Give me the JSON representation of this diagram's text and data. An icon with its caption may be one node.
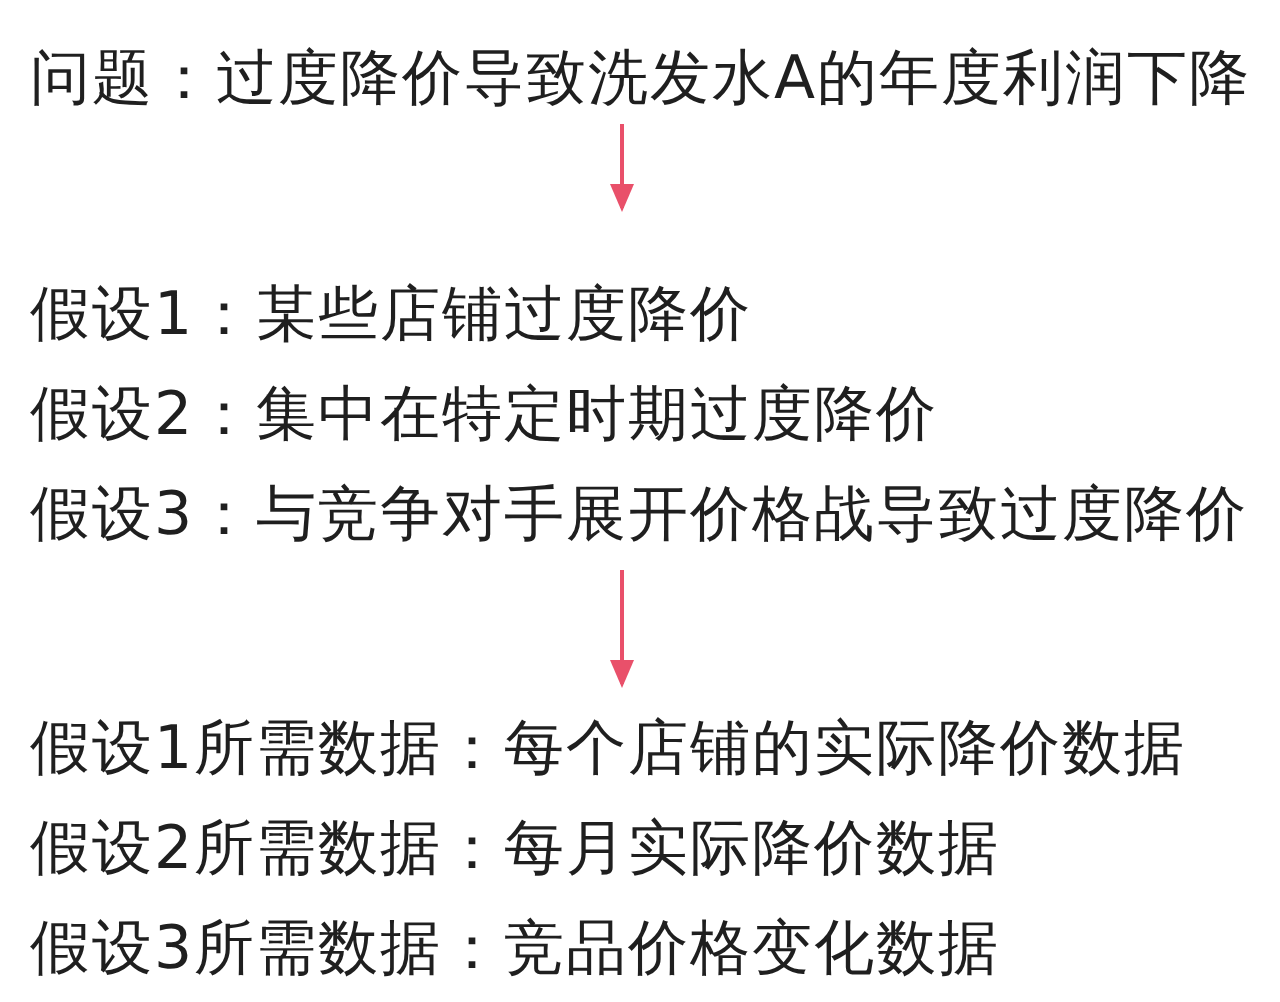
{
  "diagram": {
    "nodes": [
      {
        "text": [
          "问题：过度降价导致洗发水A的年度利润下降"
        ]
      },
      {
        "text": [
          "假设1：某些店铺过度降价",
          "假设2：集中在特定时期过度降价",
          "假设3：与竞争对手展开价格战导致过度降价"
        ]
      },
      {
        "text": [
          "假设1所需数据：每个店铺的实际降价数据",
          "假设2所需数据：每月实际降价数据",
          "假设3所需数据：竞品价格变化数据"
        ]
      }
    ],
    "edges": [
      {
        "from": 0,
        "to": 1,
        "arrow": "to"
      },
      {
        "from": 1,
        "to": 2,
        "arrow": "to"
      }
    ]
  }
}
